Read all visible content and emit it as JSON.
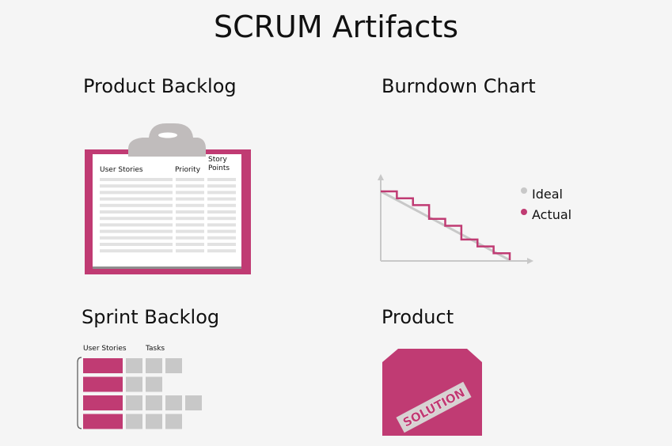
{
  "page_title": "SCRUM Artifacts",
  "sections": {
    "product_backlog": {
      "title": "Product Backlog",
      "col_user_stories": "User Stories",
      "col_priority": "Priority",
      "col_story_line1": "Story",
      "col_story_line2": "Points",
      "rows": 12
    },
    "burndown": {
      "title": "Burndown Chart",
      "legend_ideal": "Ideal",
      "legend_actual": "Actual"
    },
    "sprint_backlog": {
      "title": "Sprint Backlog",
      "col_user_stories": "User Stories",
      "col_tasks": "Tasks",
      "task_counts": [
        3,
        2,
        4,
        3
      ]
    },
    "product": {
      "title": "Product",
      "stamp": "SOLUTION"
    }
  },
  "colors": {
    "accent": "#c03b73",
    "gray": "#c8c8c8",
    "clip": "#c0bcbc",
    "paper": "#ffffff"
  },
  "chart_data": {
    "type": "line",
    "title": "",
    "xlabel": "",
    "ylabel": "",
    "series": [
      {
        "name": "Ideal",
        "values": [
          10,
          0
        ]
      },
      {
        "name": "Actual",
        "values": [
          10,
          9,
          8,
          6,
          5,
          3,
          2,
          1,
          0
        ]
      }
    ]
  }
}
